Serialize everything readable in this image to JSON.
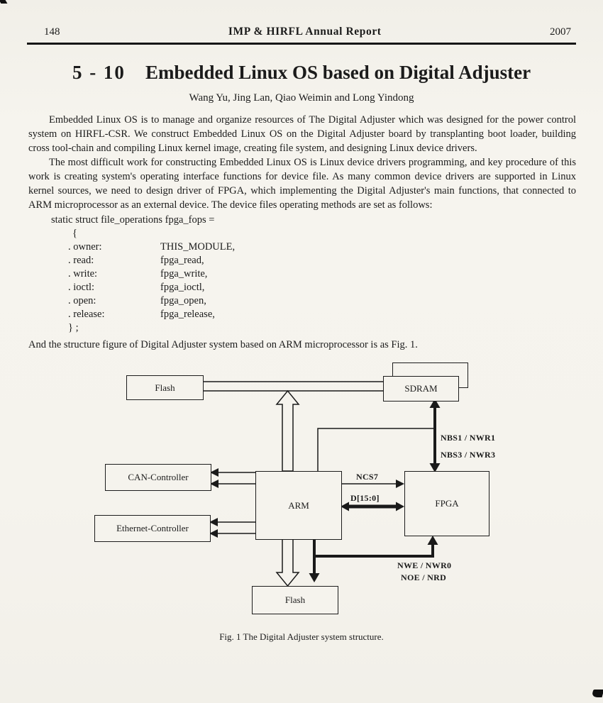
{
  "header": {
    "page_number": "148",
    "journal_title": "IMP & HIRFL Annual Report",
    "year": "2007"
  },
  "article": {
    "section_number": "5 - 10",
    "title": "Embedded Linux OS based on Digital Adjuster",
    "authors": "Wang Yu, Jing Lan, Qiao Weimin and Long Yindong",
    "paragraphs": [
      "Embedded Linux OS is to manage and organize resources of The Digital Adjuster which was designed for the power control system on HIRFL-CSR. We construct Embedded Linux OS on the Digital Adjuster board by transplanting boot loader, building cross tool-chain and compiling Linux kernel image, creating file system, and designing Linux device drivers.",
      "The most difficult work for constructing Embedded Linux OS is Linux device drivers programming, and key procedure of this work is creating system's operating interface functions for device file. As many common device drivers are supported in Linux kernel sources, we need to design driver of FPGA, which implementing the Digital Adjuster's main functions, that connected to ARM microprocessor as an external device. The device files operating methods are set as follows:"
    ],
    "code": {
      "declaration": "static struct file_operations fpga_fops =",
      "open_brace": "{",
      "entries": [
        {
          "field": ". owner:",
          "value": "THIS_MODULE,"
        },
        {
          "field": ". read:",
          "value": "fpga_read,"
        },
        {
          "field": ". write:",
          "value": "fpga_write,"
        },
        {
          "field": ". ioctl:",
          "value": "fpga_ioctl,"
        },
        {
          "field": ". open:",
          "value": "fpga_open,"
        },
        {
          "field": ". release:",
          "value": "fpga_release,"
        }
      ],
      "close_brace": "} ;"
    },
    "after_code": "And the structure figure of Digital Adjuster system based on ARM microprocessor is as Fig. 1."
  },
  "figure": {
    "caption": "Fig. 1   The Digital Adjuster system structure.",
    "boxes": {
      "flash_top": "Flash",
      "sdram": "SDRAM",
      "can_controller": "CAN-Controller",
      "ethernet_controller": "Ethernet-Controller",
      "arm": "ARM",
      "fpga": "FPGA",
      "flash_bottom": "Flash"
    },
    "signals": {
      "nbs1_nwr1": "NBS1 / NWR1",
      "nbs3_nwr3": "NBS3 / NWR3",
      "ncs7": "NCS7",
      "d15_0": "D[15:0]",
      "nwe_nwr0": "NWE / NWR0",
      "noe_nrd": "NOE / NRD"
    }
  },
  "colors": {
    "paper": "#f5f3ed",
    "ink": "#1b1b1b",
    "line": "#1a1a1a"
  }
}
